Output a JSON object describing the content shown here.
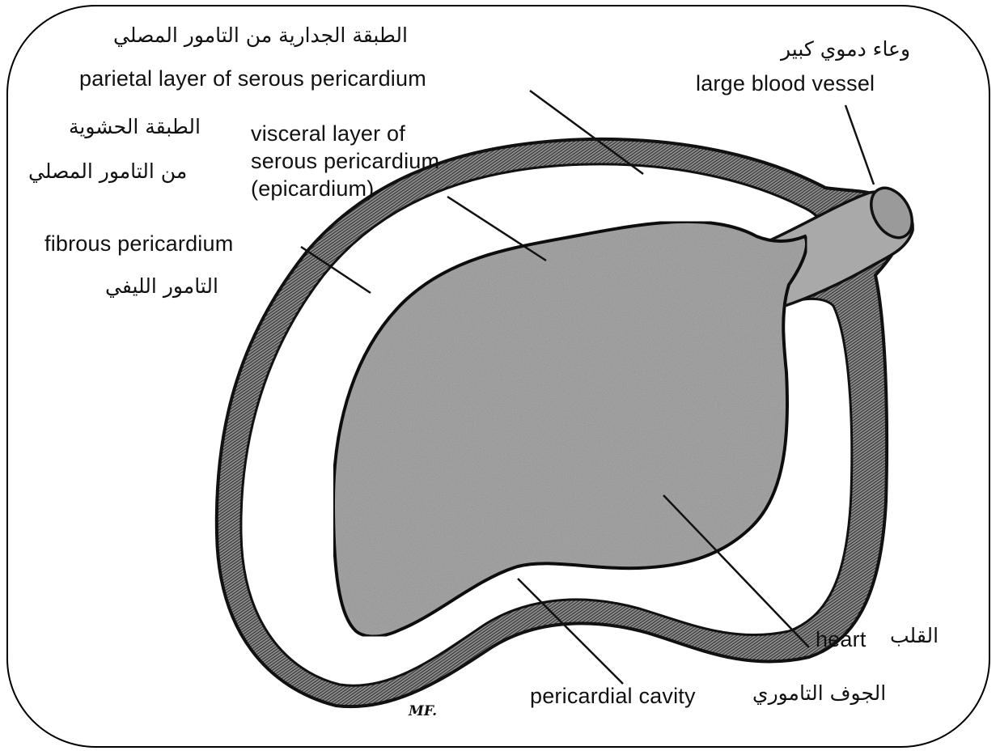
{
  "labels": {
    "parietal_ar": "الطبقة الجدارية من التامور المصلي",
    "parietal_en": "parietal layer of serous pericardium",
    "vessel_ar": "وعاء دموي كبير",
    "vessel_en": "large blood vessel",
    "visceral_ar_line1": "الطبقة الحشوية",
    "visceral_ar_line2": "من التامور المصلي",
    "visceral_en_line1": "visceral layer of",
    "visceral_en_line2": "serous pericardium",
    "visceral_en_line3": "(epicardium)",
    "fibrous_en": "fibrous pericardium",
    "fibrous_ar": "التامور الليفي",
    "heart_en": "heart",
    "heart_ar": "القلب",
    "cavity_en": "pericardial cavity",
    "cavity_ar": "الجوف التاموري",
    "signature": "MF."
  },
  "colors": {
    "outline": "#111111",
    "heart_fill": "#a9a9a9",
    "fibrous_fill": "#6f6f6f",
    "background": "#ffffff"
  }
}
